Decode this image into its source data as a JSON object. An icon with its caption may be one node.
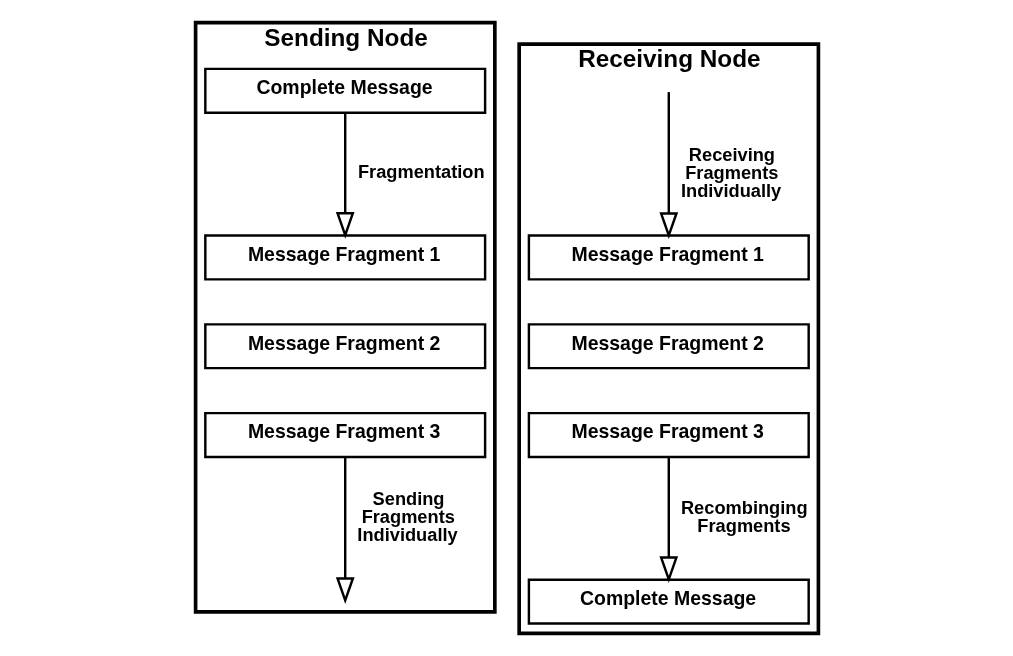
{
  "diagram": {
    "nodes": [
      {
        "text": [
          "Sending Node"
        ]
      },
      {
        "text": [
          "Complete Message"
        ],
        "in": 0
      },
      {
        "text": [
          "Message Fragment 1"
        ],
        "in": 0
      },
      {
        "text": [
          "Message Fragment 2"
        ],
        "in": 0
      },
      {
        "text": [
          "Message Fragment 3"
        ],
        "in": 0
      },
      {
        "text": [
          "Receiving Node"
        ]
      },
      {
        "text": [
          "Message Fragment 1"
        ],
        "in": 5
      },
      {
        "text": [
          "Message Fragment 2"
        ],
        "in": 5
      },
      {
        "text": [
          "Message Fragment 3"
        ],
        "in": 5
      },
      {
        "text": [
          "Complete Message"
        ],
        "in": 5
      }
    ],
    "edges": [
      {
        "from": 1,
        "to": 2,
        "arrow": "to",
        "label": "Fragmentation"
      },
      {
        "from": 4,
        "to": null,
        "arrow": "to",
        "label": "Sending Fragments Individually"
      },
      {
        "from": null,
        "to": 6,
        "arrow": "to",
        "label": "Receiving Fragments Individually"
      },
      {
        "from": 8,
        "to": 9,
        "arrow": "to",
        "label": "Recombinging Fragments"
      }
    ]
  }
}
